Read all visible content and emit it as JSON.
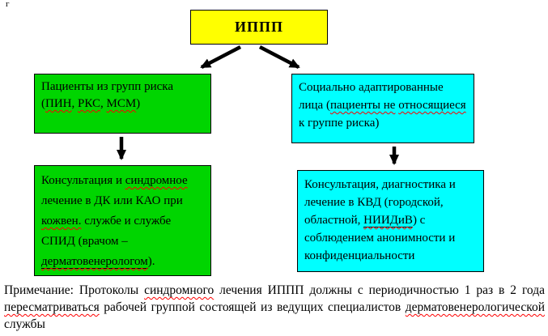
{
  "page": {
    "corner_mark": "г"
  },
  "colors": {
    "root_box": "#ffff00",
    "left_branch": "#00d500",
    "right_branch": "#00ffff",
    "arrow": "#000000",
    "spellcheck_underline": "#ff0000"
  },
  "diagram": {
    "root_label": "ИППП",
    "boxes": {
      "risk_groups": {
        "segments": [
          {
            "t": "Пациенты из групп риска ("
          },
          {
            "t": "ПИН",
            "c": "wavy"
          },
          {
            "t": ", "
          },
          {
            "t": "РКС",
            "c": "wavy"
          },
          {
            "t": ", "
          },
          {
            "t": "МСМ",
            "c": "wavy"
          },
          {
            "t": ")"
          }
        ]
      },
      "adapted_persons": {
        "segments": [
          {
            "t": "Социально адаптированные лица ("
          },
          {
            "t": "пациенты не",
            "c": "wavy"
          },
          {
            "t": " "
          },
          {
            "t": "относящиеся",
            "c": "wavy"
          },
          {
            "t": " к группе риска)"
          }
        ]
      },
      "risk_treatment": {
        "segments": [
          {
            "t": "Консультация и "
          },
          {
            "t": "синдромное",
            "c": "wavy"
          },
          {
            "t": " лечение в ДК или КАО при "
          },
          {
            "t": "кожвен.",
            "c": "wavy"
          },
          {
            "t": " службе и службе СПИД (врачом – "
          },
          {
            "t": "дерматовенерологом",
            "c": "u wavy"
          },
          {
            "t": ")."
          }
        ]
      },
      "adapted_treatment": {
        "segments": [
          {
            "t": "Консультация, диагностика и лечение в КВД (городской, областной, "
          },
          {
            "t": "НИИДиВ",
            "c": "u wavy"
          },
          {
            "t": ") с соблюдением анонимности и конфиденциальности"
          }
        ]
      }
    }
  },
  "note": {
    "segments": [
      {
        "t": "Примечание: Протоколы "
      },
      {
        "t": "синдромного",
        "c": "wavy"
      },
      {
        "t": " лечения ИППП должны с периодичностью 1 раз в 2 года "
      },
      {
        "t": "пересматриваться",
        "c": "wavy"
      },
      {
        "t": " рабочей группой состоящей из ведущих специалистов "
      },
      {
        "t": "дерматовенерологической",
        "c": "wavy"
      },
      {
        "t": " службы"
      }
    ]
  }
}
